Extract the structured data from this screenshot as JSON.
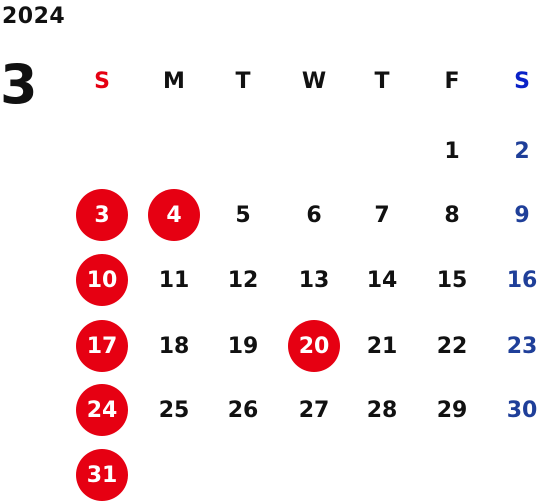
{
  "calendar": {
    "year": "2024",
    "month": "3",
    "weekdays": [
      "S",
      "M",
      "T",
      "W",
      "T",
      "F",
      "S"
    ],
    "weeks": [
      [
        "",
        "",
        "",
        "",
        "",
        "1",
        "2"
      ],
      [
        "3",
        "4",
        "5",
        "6",
        "7",
        "8",
        "9"
      ],
      [
        "10",
        "11",
        "12",
        "13",
        "14",
        "15",
        "16"
      ],
      [
        "17",
        "18",
        "19",
        "20",
        "21",
        "22",
        "23"
      ],
      [
        "24",
        "25",
        "26",
        "27",
        "28",
        "29",
        "30"
      ],
      [
        "31",
        "",
        "",
        "",
        "",
        "",
        ""
      ]
    ],
    "holidays": [
      "3",
      "4",
      "10",
      "17",
      "20",
      "24",
      "31"
    ]
  },
  "colors": {
    "holiday_circle": "#e60012",
    "sunday_header": "#e60012",
    "saturday_header": "#0a22c8",
    "saturday_dates": "#1f3f99"
  }
}
